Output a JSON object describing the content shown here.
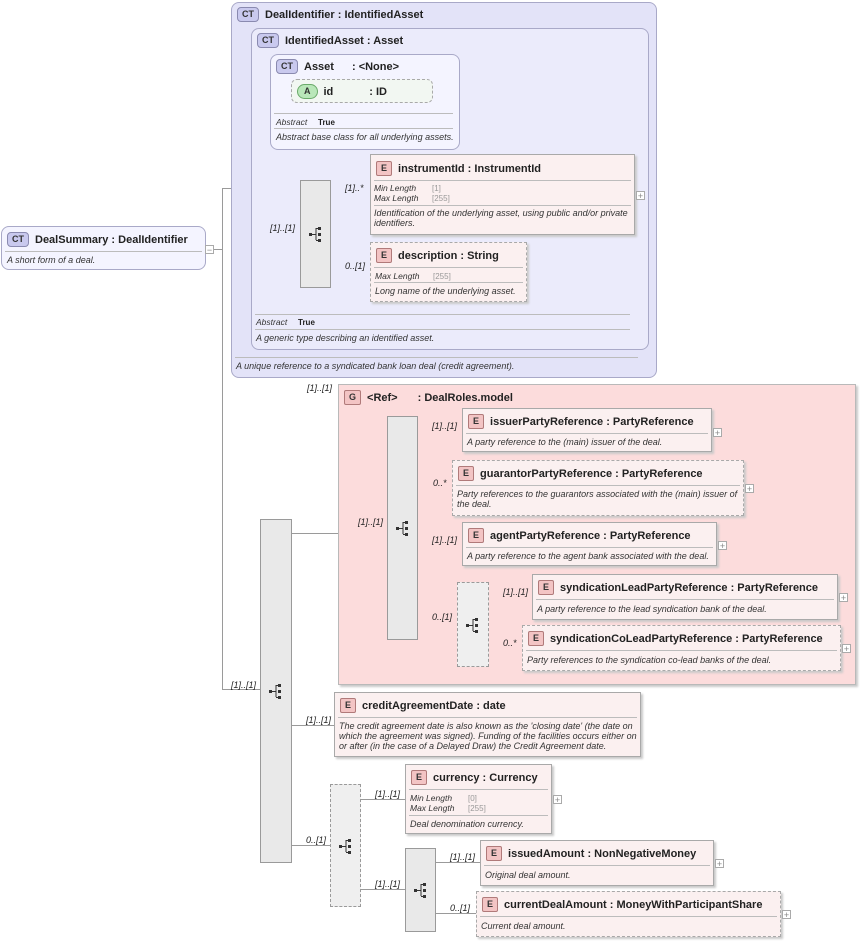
{
  "diagram": {
    "root": {
      "badge": "CT",
      "title": "DealSummary : DealIdentifier",
      "doc": "A short form of a deal."
    },
    "deal_identifier": {
      "badge": "CT",
      "title": "DealIdentifier : IdentifiedAsset",
      "doc": "A unique reference to a syndicated bank loan deal (credit agreement)."
    },
    "identified_asset": {
      "badge": "CT",
      "title": "IdentifiedAsset : Asset",
      "abstract_label": "Abstract",
      "abstract_value": "True",
      "doc": "A generic type describing an identified asset."
    },
    "asset": {
      "badge": "CT",
      "title": "Asset",
      "type": ": <None>",
      "abstract_label": "Abstract",
      "abstract_value": "True",
      "doc": "Abstract base class for all underlying assets."
    },
    "id_attr": {
      "badge": "A",
      "name": "id",
      "type": ": ID"
    },
    "instrument_id": {
      "badge": "E",
      "title": "instrumentId : InstrumentId",
      "min_label": "Min Length",
      "min_value": "[1]",
      "max_label": "Max Length",
      "max_value": "[255]",
      "doc": "Identification of the underlying asset, using public and/or private identifiers.",
      "card": "[1]..*"
    },
    "description": {
      "badge": "E",
      "title": "description : String",
      "max_label": "Max Length",
      "max_value": "[255]",
      "doc": "Long name of the underlying asset.",
      "card": "0..[1]"
    },
    "asset_seq_card": "[1]..[1]",
    "deal_roles": {
      "badge": "G",
      "ref": "<Ref>",
      "title": ": DealRoles.model",
      "card": "[1]..[1]",
      "seq_card": "[1]..[1]"
    },
    "issuer": {
      "badge": "E",
      "title": "issuerPartyReference : PartyReference",
      "doc": "A party reference to the (main) issuer of the deal.",
      "card": "[1]..[1]"
    },
    "guarantor": {
      "badge": "E",
      "title": "guarantorPartyReference : PartyReference",
      "doc": "Party references to the guarantors associated with the (main) issuer of the deal.",
      "card": "0..*"
    },
    "agent": {
      "badge": "E",
      "title": "agentPartyReference : PartyReference",
      "doc": "A party reference to the agent bank associated with the deal.",
      "card": "[1]..[1]"
    },
    "synd_seq_card": "0..[1]",
    "synd_lead": {
      "badge": "E",
      "title": "syndicationLeadPartyReference : PartyReference",
      "doc": "A party reference to the lead syndication bank of the deal.",
      "card": "[1]..[1]"
    },
    "synd_colead": {
      "badge": "E",
      "title": "syndicationCoLeadPartyReference : PartyReference",
      "doc": "Party references to the syndication co-lead banks of the deal.",
      "card": "0..*"
    },
    "main_seq_card": "[1]..[1]",
    "credit_date": {
      "badge": "E",
      "title": "creditAgreementDate : date",
      "doc": "The credit agreement date is also known as the 'closing date' (the date on which the agreement was signed). Funding of the facilities occurs either on or after (in the case of a Delayed Draw) the Credit Agreement date.",
      "card": "[1]..[1]"
    },
    "amount_seq_card": "0..[1]",
    "currency": {
      "badge": "E",
      "title": "currency : Currency",
      "min_label": "Min Length",
      "min_value": "[0]",
      "max_label": "Max Length",
      "max_value": "[255]",
      "doc": "Deal denomination currency.",
      "card": "[1]..[1]"
    },
    "amount_inner_card": "[1]..[1]",
    "issued": {
      "badge": "E",
      "title": "issuedAmount : NonNegativeMoney",
      "doc": "Original deal amount.",
      "card": "[1]..[1]"
    },
    "current": {
      "badge": "E",
      "title": "currentDealAmount : MoneyWithParticipantShare",
      "doc": "Current deal amount.",
      "card": "0..[1]"
    }
  }
}
